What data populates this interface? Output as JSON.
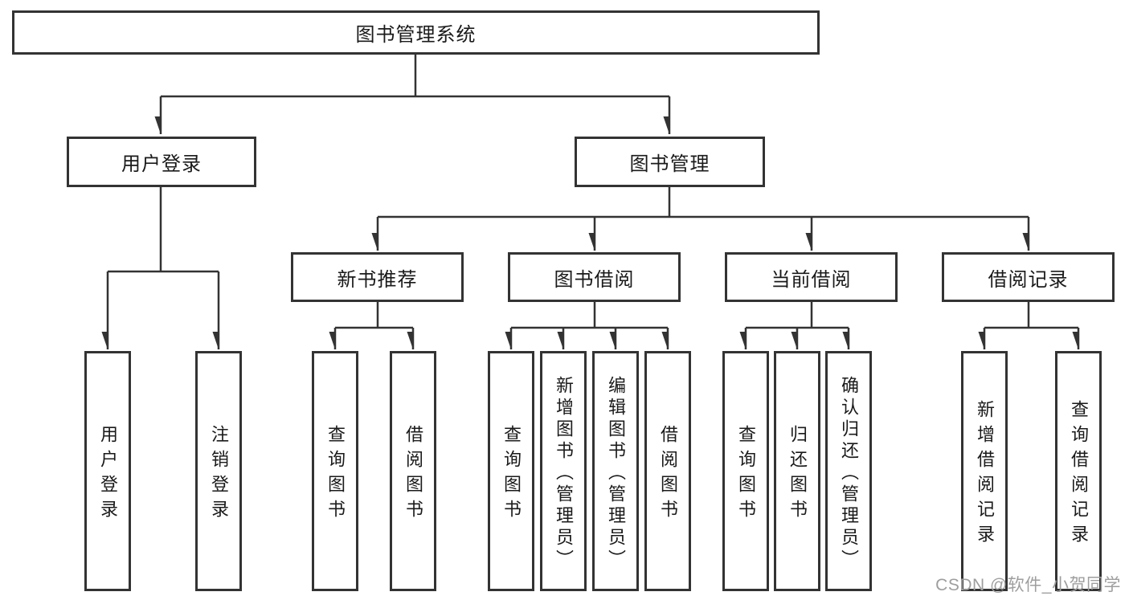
{
  "tree": {
    "root": "图书管理系统",
    "branches": [
      {
        "label": "用户登录",
        "children": [
          "用户登录",
          "注销登录"
        ]
      },
      {
        "label": "图书管理",
        "children": [
          {
            "label": "新书推荐",
            "children": [
              "查询图书",
              "借阅图书"
            ]
          },
          {
            "label": "图书借阅",
            "children": [
              "查询图书",
              "新增图书（管理员）",
              "编辑图书（管理员）",
              "借阅图书"
            ]
          },
          {
            "label": "当前借阅",
            "children": [
              "查询图书",
              "归还图书",
              "确认归还（管理员）"
            ]
          },
          {
            "label": "借阅记录",
            "children": [
              "新增借阅记录",
              "查询借阅记录"
            ]
          }
        ]
      }
    ]
  },
  "watermark": "CSDN @软件_小贺同学",
  "colors": {
    "line": "#333333",
    "box_border": "#333333",
    "text": "#1a1a1a",
    "watermark": "#9e9e9e",
    "background": "#ffffff"
  }
}
